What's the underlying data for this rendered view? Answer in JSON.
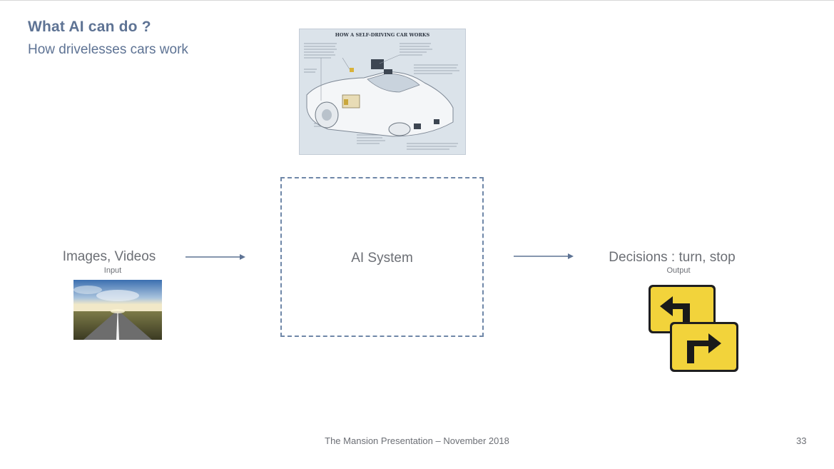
{
  "slide": {
    "title": "What AI can do ?",
    "subtitle": "How drivelesses cars work",
    "figure": {
      "heading": "HOW A SELF-DRIVING CAR WORKS",
      "icon": "self-driving-car-illustration"
    }
  },
  "flow": {
    "input": {
      "label": "Images, Videos",
      "caption": "Input",
      "image": "road-photo"
    },
    "system": {
      "label": "AI System"
    },
    "output": {
      "label": "Decisions : turn, stop",
      "caption": "Output",
      "image": "turn-signs"
    }
  },
  "footer": {
    "text": "The Mansion Presentation – November 2018",
    "page_number": "33"
  },
  "colors": {
    "title": "#5e7394",
    "text": "#6c6f75",
    "box_border": "#6f87a8",
    "arrow": "#5e7394",
    "sign_fill": "#f2d33b"
  }
}
